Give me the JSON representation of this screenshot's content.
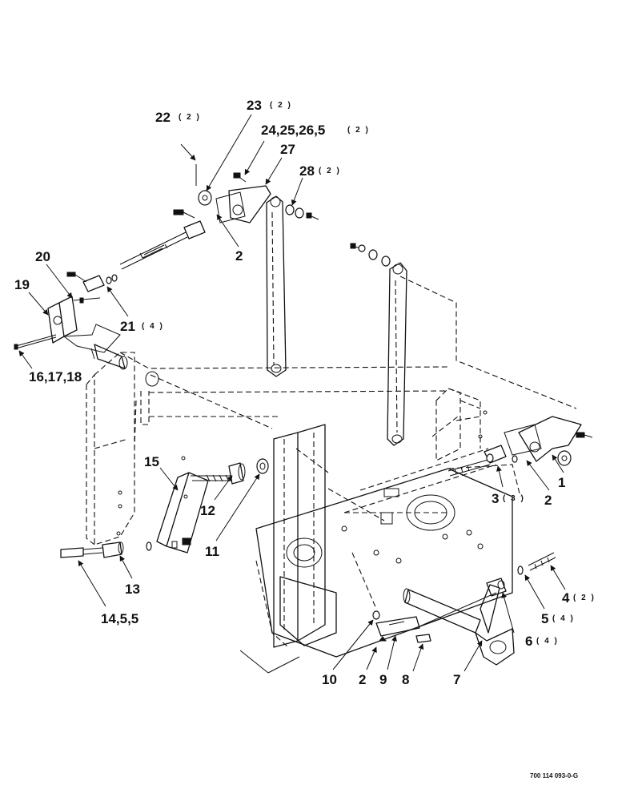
{
  "figure": {
    "drawing_number": "700 114 093-0-G",
    "callouts": [
      {
        "id": "c22",
        "label": "22",
        "qty": "( 2 )"
      },
      {
        "id": "c23",
        "label": "23",
        "qty": "( 2 )"
      },
      {
        "id": "c24",
        "label": "24,25,26,5",
        "qty": "( 2 )"
      },
      {
        "id": "c27",
        "label": "27",
        "qty": ""
      },
      {
        "id": "c28",
        "label": "28",
        "qty": "( 2 )"
      },
      {
        "id": "c2a",
        "label": "2",
        "qty": ""
      },
      {
        "id": "c20",
        "label": "20",
        "qty": ""
      },
      {
        "id": "c19",
        "label": "19",
        "qty": ""
      },
      {
        "id": "c21",
        "label": "21",
        "qty": "( 4 )"
      },
      {
        "id": "c16",
        "label": "16,17,18",
        "qty": ""
      },
      {
        "id": "c15",
        "label": "15",
        "qty": ""
      },
      {
        "id": "c12",
        "label": "12",
        "qty": ""
      },
      {
        "id": "c11",
        "label": "11",
        "qty": ""
      },
      {
        "id": "c13",
        "label": "13",
        "qty": ""
      },
      {
        "id": "c14",
        "label": "14,5,5",
        "qty": ""
      },
      {
        "id": "c1",
        "label": "1",
        "qty": ""
      },
      {
        "id": "c3",
        "label": "3",
        "qty": "( 3 )"
      },
      {
        "id": "c2b",
        "label": "2",
        "qty": ""
      },
      {
        "id": "c4",
        "label": "4",
        "qty": "( 2 )"
      },
      {
        "id": "c5",
        "label": "5",
        "qty": "( 4 )"
      },
      {
        "id": "c6",
        "label": "6",
        "qty": "( 4 )"
      },
      {
        "id": "c7",
        "label": "7",
        "qty": ""
      },
      {
        "id": "c8",
        "label": "8",
        "qty": ""
      },
      {
        "id": "c9",
        "label": "9",
        "qty": ""
      },
      {
        "id": "c2c",
        "label": "2",
        "qty": ""
      },
      {
        "id": "c10",
        "label": "10",
        "qty": ""
      }
    ]
  }
}
